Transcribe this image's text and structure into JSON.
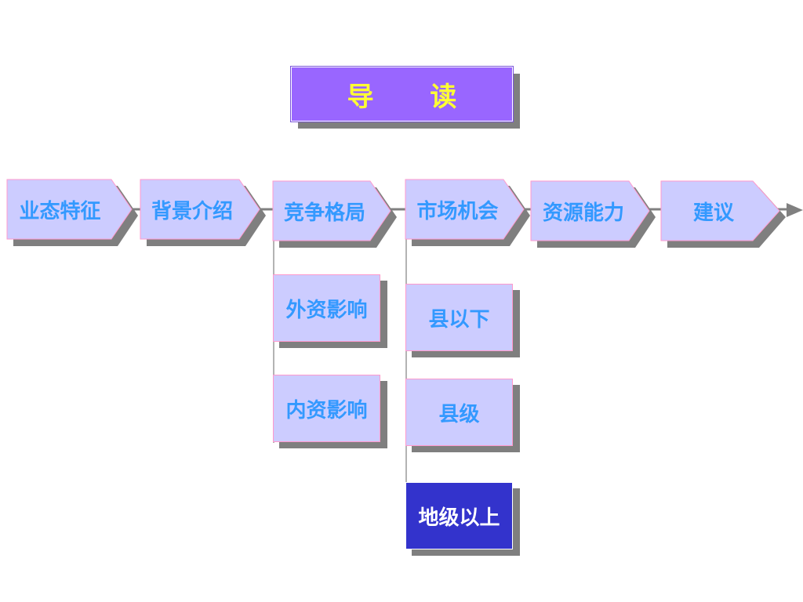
{
  "title": "导 读",
  "main_flow": [
    {
      "label": "业态特征"
    },
    {
      "label": "背景介绍"
    },
    {
      "label": "竞争格局"
    },
    {
      "label": "市场机会"
    },
    {
      "label": "资源能力"
    },
    {
      "label": "建议"
    }
  ],
  "competition_sub": [
    {
      "label": "外资影响"
    },
    {
      "label": "内资影响"
    }
  ],
  "market_sub": [
    {
      "label": "县以下"
    },
    {
      "label": "县级"
    },
    {
      "label": "地级以上"
    }
  ],
  "colors": {
    "title_bg": "#9966ff",
    "title_text": "#ffff33",
    "box_bg": "#ccccff",
    "box_text": "#3399ff",
    "highlight_bg": "#3333cc",
    "highlight_text": "#ffffff",
    "shadow": "#7f7f7f"
  }
}
